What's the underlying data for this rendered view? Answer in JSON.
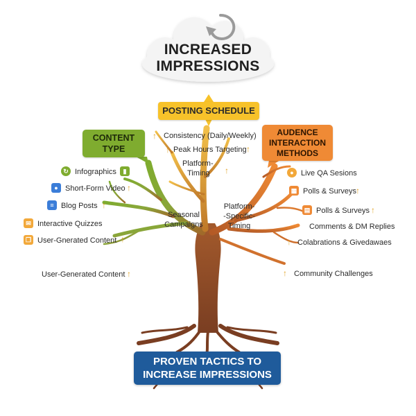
{
  "header": {
    "title_line1": "INCREASED",
    "title_line2": "IMPRESSIONS"
  },
  "posting_schedule": {
    "title": "POSTING SCHEDULE",
    "items": [
      "Consistency (Daily/Weekly)",
      "Peak Hours Targeting",
      "Platform-",
      "Timing"
    ]
  },
  "content_type": {
    "title_line1": "CONTENT",
    "title_line2": "TYPE",
    "items": [
      "Infographics",
      "Short-Form Video",
      "Blog Posts",
      "Interactive Quizzes",
      "User-Gnerated Content",
      "User-Generated Content"
    ]
  },
  "audience": {
    "title_line1": "AUDENCE",
    "title_line2": "INTERACTION",
    "title_line3": "METHODS",
    "items": [
      "Live QA Sesions",
      "Polls & Surveys",
      "Polls & Surveys",
      "Comments & DM Replies",
      "Colabrations & Givedawaes",
      "Community Challenges"
    ]
  },
  "trunk_labels": {
    "seasonal_line1": "Seasonal",
    "seasonal_line2": "Campaigns",
    "platform_line1": "Platform-",
    "platform_line2": "-Specific-",
    "platform_line3": "Timing"
  },
  "footer": {
    "line1": "PROVEN TACTICS TO",
    "line2": "INCREASE IMPRESSIONS"
  },
  "arrow_glyph": "↑",
  "colors": {
    "green": "#7fac2f",
    "yellow": "#f7c22a",
    "orange": "#ef8a35",
    "blue": "#1f5b9b",
    "trunk": "#8a4a2a",
    "arrow": "#e2a52a"
  },
  "icons": [
    "chart-icon",
    "user-icon",
    "blog-icon",
    "quiz-icon",
    "ugc-icon",
    "location-icon",
    "poll-icon",
    "survey-icon",
    "refresh-arrow-icon"
  ]
}
